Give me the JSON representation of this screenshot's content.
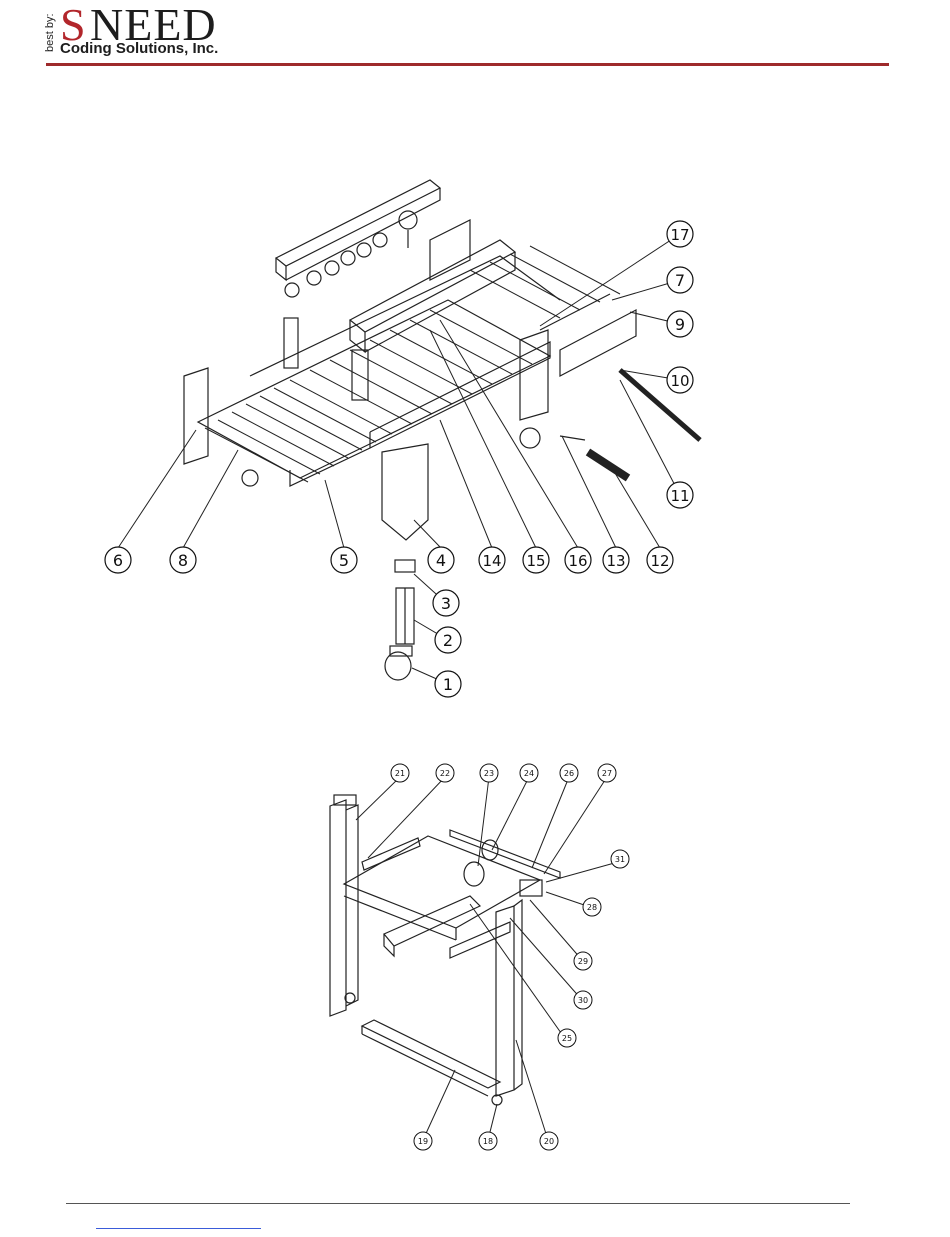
{
  "header": {
    "logo_tagline": "best by:",
    "logo_letter": "S",
    "logo_word": "NEED",
    "logo_subtitle": "Coding Solutions, Inc.",
    "brand_color": "#b2262b",
    "rule_color": "#9e2a2b"
  },
  "diagram_top": {
    "callouts": [
      "1",
      "2",
      "3",
      "4",
      "5",
      "6",
      "7",
      "8",
      "9",
      "10",
      "11",
      "12",
      "13",
      "14",
      "15",
      "16",
      "17"
    ]
  },
  "diagram_bottom": {
    "callouts": [
      "18",
      "19",
      "20",
      "21",
      "22",
      "23",
      "24",
      "25",
      "26",
      "27",
      "28",
      "29",
      "30",
      "31"
    ]
  }
}
